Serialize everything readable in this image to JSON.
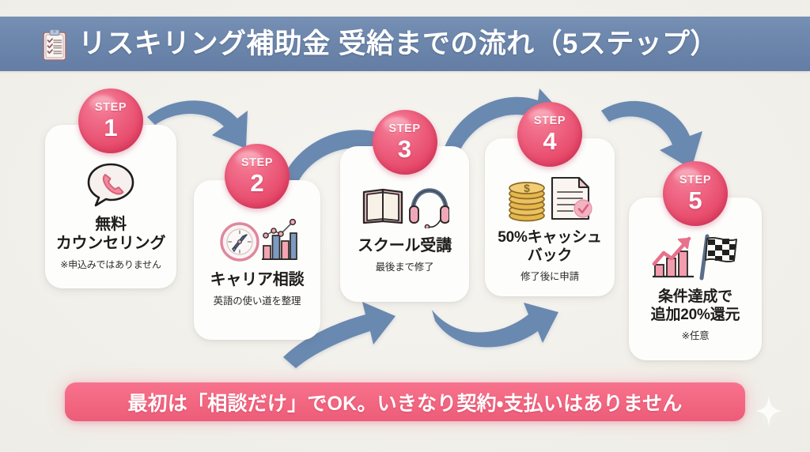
{
  "header": {
    "icon": "clipboard-checklist-icon",
    "title": "リスキリング補助金 受給までの流れ（5ステップ）",
    "background_color": "#6c86ac",
    "text_color": "#ffffff"
  },
  "theme": {
    "page_background": "#f2f0ec",
    "accent_pink": "#ef6684",
    "accent_blue": "#6a89b0",
    "card_background": "#fdfdfc",
    "badge_gradient_from": "#f58098",
    "badge_gradient_to": "#d93d5f"
  },
  "steps": [
    {
      "badge_word": "STEP",
      "badge_number": "1",
      "icon": "phone-speech-bubble-icon",
      "title": "無料\nカウンセリング",
      "note": "※申込みではありません"
    },
    {
      "badge_word": "STEP",
      "badge_number": "2",
      "icon": "compass-bar-chart-icon",
      "title": "キャリア相談",
      "note": "英語の使い道を整理"
    },
    {
      "badge_word": "STEP",
      "badge_number": "3",
      "icon": "open-book-headset-icon",
      "title": "スクール受講",
      "note": "最後まで修了"
    },
    {
      "badge_word": "STEP",
      "badge_number": "4",
      "icon": "coins-document-check-icon",
      "title": "50%キャッシュ\nバック",
      "note": "修了後に申請"
    },
    {
      "badge_word": "STEP",
      "badge_number": "5",
      "icon": "growth-chart-checkered-flag-icon",
      "title": "条件達成で\n追加20%還元",
      "note": "※任意"
    }
  ],
  "arrows": [
    {
      "name": "arrow-step1-to-step2",
      "direction": "down-right"
    },
    {
      "name": "arrow-step2-to-step3",
      "direction": "up-right"
    },
    {
      "name": "arrow-step2-up-to-step3",
      "direction": "up-right"
    },
    {
      "name": "arrow-step3-to-step4",
      "direction": "up-right"
    },
    {
      "name": "arrow-step4-to-step5",
      "direction": "down-right"
    }
  ],
  "footer": {
    "message": "最初は「相談だけ」でOK。いきなり契約・支払いはありません",
    "background_color": "#f26680",
    "text_color": "#ffffff"
  },
  "decorations": {
    "sparkle": "four-point-star-sparkle"
  }
}
